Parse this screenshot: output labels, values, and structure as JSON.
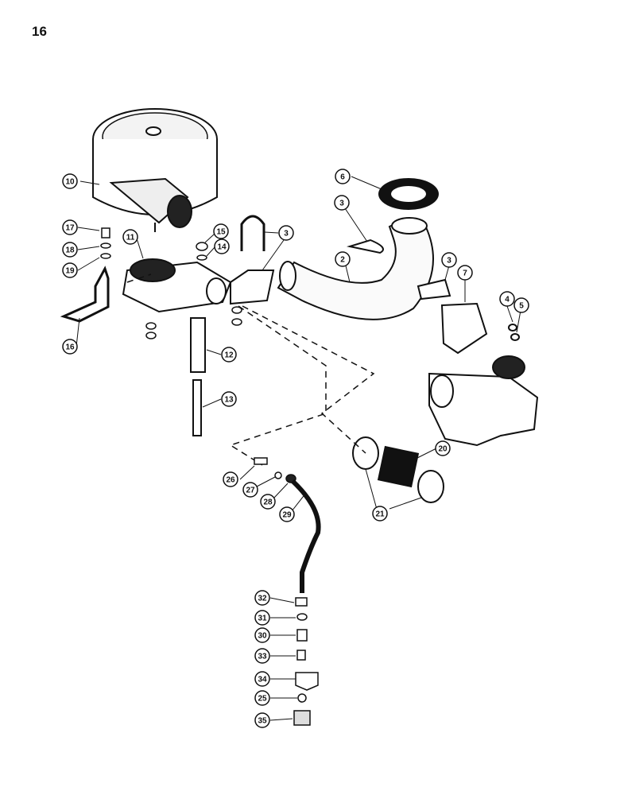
{
  "page": {
    "number": "16"
  },
  "callouts": [
    {
      "id": "c10",
      "label": "10"
    },
    {
      "id": "c6",
      "label": "6"
    },
    {
      "id": "c3a",
      "label": "3"
    },
    {
      "id": "c3b",
      "label": "3"
    },
    {
      "id": "c3c",
      "label": "3"
    },
    {
      "id": "c2",
      "label": "2"
    },
    {
      "id": "c7",
      "label": "7"
    },
    {
      "id": "c4",
      "label": "4"
    },
    {
      "id": "c5",
      "label": "5"
    },
    {
      "id": "c17",
      "label": "17"
    },
    {
      "id": "c18",
      "label": "18"
    },
    {
      "id": "c19",
      "label": "19"
    },
    {
      "id": "c11",
      "label": "11"
    },
    {
      "id": "c15",
      "label": "15"
    },
    {
      "id": "c14",
      "label": "14"
    },
    {
      "id": "c16",
      "label": "16"
    },
    {
      "id": "c12",
      "label": "12"
    },
    {
      "id": "c13",
      "label": "13"
    },
    {
      "id": "c20",
      "label": "20"
    },
    {
      "id": "c21",
      "label": "21"
    },
    {
      "id": "c26",
      "label": "26"
    },
    {
      "id": "c27",
      "label": "27"
    },
    {
      "id": "c28",
      "label": "28"
    },
    {
      "id": "c29",
      "label": "29"
    },
    {
      "id": "c32",
      "label": "32"
    },
    {
      "id": "c31",
      "label": "31"
    },
    {
      "id": "c30",
      "label": "30"
    },
    {
      "id": "c33",
      "label": "33"
    },
    {
      "id": "c34",
      "label": "34"
    },
    {
      "id": "c25",
      "label": "25"
    },
    {
      "id": "c35",
      "label": "35"
    }
  ]
}
